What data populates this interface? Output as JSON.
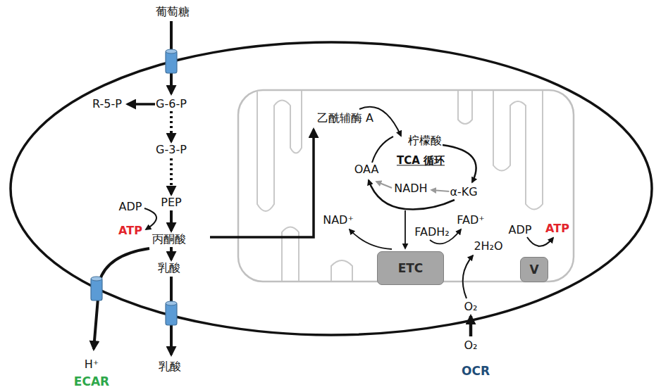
{
  "diagram": {
    "nodes": [
      {
        "text": [
          "ETC"
        ]
      },
      {
        "text": [
          "V"
        ]
      }
    ],
    "labels": [
      "葡萄糖",
      "R-5-P",
      "G-6-P",
      "乙酰辅酶 A",
      "柠檬酸",
      "G-3-P",
      "TCA 循环",
      "OAA",
      "NADH",
      "α-KG",
      "PEP",
      "ADP",
      "NAD⁺",
      "FAD⁺",
      "ADP",
      "ATP",
      "ATP",
      "FADH₂",
      "丙酮酸",
      "2H₂O",
      "乳酸",
      "O₂",
      "O₂",
      "H⁺",
      "乳酸",
      "OCR",
      "ECAR"
    ]
  }
}
